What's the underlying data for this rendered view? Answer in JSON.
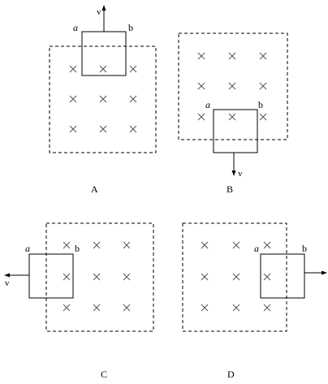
{
  "panels": [
    {
      "id": "A",
      "caption": "A",
      "velocity_label": "v",
      "corner_a": "a",
      "corner_b": "b",
      "loop_position": "straddling top edge of field",
      "velocity_direction": "up"
    },
    {
      "id": "B",
      "caption": "B",
      "velocity_label": "v",
      "corner_a": "a",
      "corner_b": "b",
      "loop_position": "straddling bottom edge of field",
      "velocity_direction": "down"
    },
    {
      "id": "C",
      "caption": "C",
      "velocity_label": "v",
      "corner_a": "a",
      "corner_b": "b",
      "loop_position": "straddling left edge of field",
      "velocity_direction": "left"
    },
    {
      "id": "D",
      "caption": "D",
      "velocity_label": "",
      "corner_a": "a",
      "corner_b": "b",
      "loop_position": "straddling right edge of field",
      "velocity_direction": "right"
    }
  ],
  "field_symbol": "×",
  "colors": {
    "ink": "#000000",
    "background": "#ffffff"
  }
}
